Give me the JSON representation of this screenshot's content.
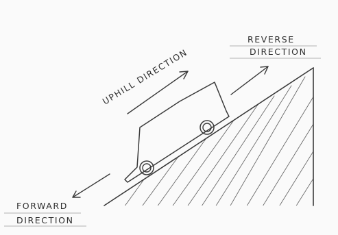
{
  "labels": {
    "uphill": "UPHILL DIRECTION",
    "reverse_line1": "REVERSE",
    "reverse_line2": "DIRECTION",
    "forward_line1": "FORWARD",
    "forward_line2": "DIRECTION"
  },
  "colors": {
    "paper": "#fafafa",
    "pencil": "#3a3a3a"
  }
}
